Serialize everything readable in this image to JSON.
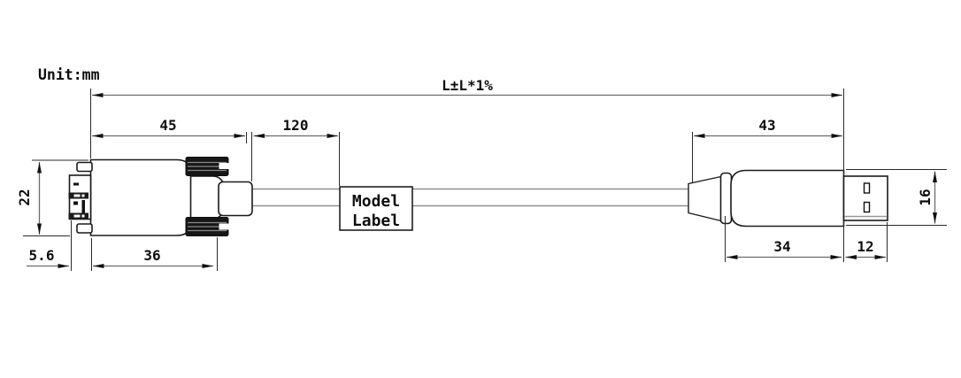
{
  "meta": {
    "unit_label": "Unit:mm"
  },
  "model_label": {
    "line1": "Model",
    "line2": "Label"
  },
  "dimensions": {
    "overall_length": "L±L*1%",
    "left_connector_length": "45",
    "connector_to_label": "120",
    "right_connector_length": "43",
    "left_connector_height": "22",
    "face_plate_depth": "5.6",
    "left_body_length": "36",
    "usb_body_length": "34",
    "usb_shell_length": "12",
    "usb_height": "16"
  },
  "colors": {
    "background": "#ffffff",
    "outline": "#1a1a1a",
    "dimension_line": "#6b6b6b",
    "extension_line": "#2a2a2a",
    "arrow": "#111111",
    "cable": "#8f8f8f",
    "thumbscrew_fill": "#161616",
    "thumbscrew_ridge": "#8a8a8a",
    "shell_seam": "#9a9a9a"
  }
}
